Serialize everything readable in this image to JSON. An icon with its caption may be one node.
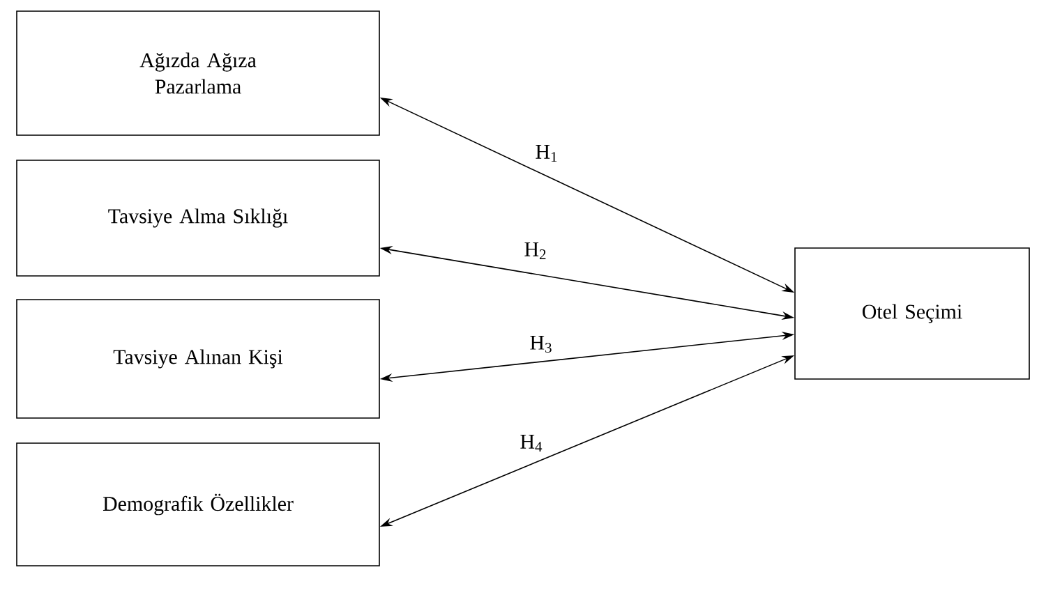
{
  "diagram": {
    "nodes": [
      {
        "text": [
          "Ağızda Ağıza Pazarlama"
        ]
      },
      {
        "text": [
          "Tavsiye Alma Sıklığı"
        ]
      },
      {
        "text": [
          "Tavsiye Alınan Kişi"
        ]
      },
      {
        "text": [
          "Demografik Özellikler"
        ]
      },
      {
        "text": [
          "Otel Seçimi"
        ]
      }
    ],
    "edges": [
      {
        "from": 0,
        "to": 4,
        "arrow": "both",
        "label": "H$_{1}$"
      },
      {
        "from": 1,
        "to": 4,
        "arrow": "both",
        "label": "H$_{2}$"
      },
      {
        "from": 2,
        "to": 4,
        "arrow": "both",
        "label": "H$_{3}$"
      },
      {
        "from": 3,
        "to": 4,
        "arrow": "both",
        "label": "H$_{4}$"
      }
    ]
  }
}
